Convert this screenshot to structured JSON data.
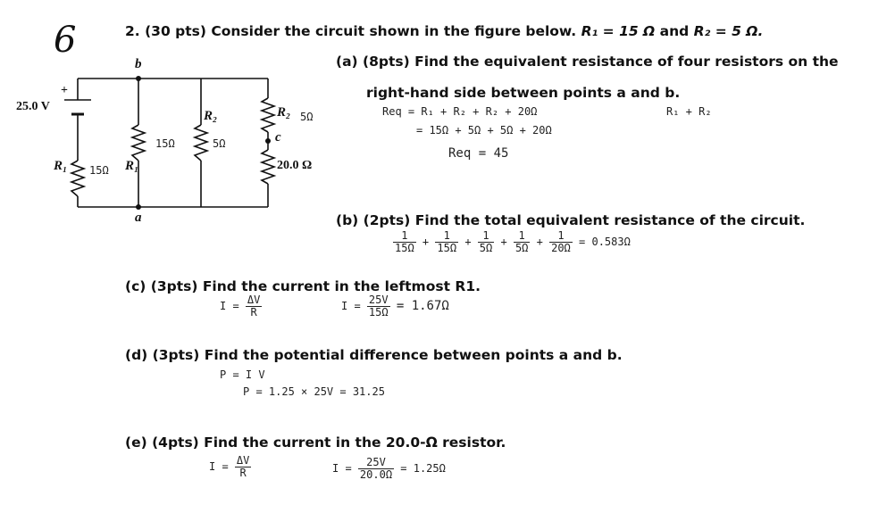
{
  "score": "6",
  "problem": {
    "number": "2.",
    "intro": "(30 pts) Consider the circuit shown in the figure below.",
    "r1_given": "R₁ = 15 Ω",
    "and": "and",
    "r2_given": "R₂ = 5 Ω."
  },
  "circuit": {
    "node_b": "b",
    "node_a": "a",
    "node_c": "c",
    "battery_plus": "+",
    "battery_label": "25.0 V",
    "r1_left": "R₁",
    "r1_left_hand": "15Ω",
    "r1_mid": "R₁",
    "r1_mid_hand": "15Ω",
    "r2_mid": "R₂",
    "r2_mid_hand": "5Ω",
    "r2_right": "R₂",
    "r2_right_hand": "5Ω",
    "r20": "20.0 Ω"
  },
  "part_a": {
    "text_line1": "(a) (8pts) Find the equivalent resistance of four resistors on the",
    "text_line2": "right-hand side between points a and b.",
    "work_line1": "Req = R₁ + R₂ + R₂ + 20Ω",
    "work_line2": "= 15Ω + 5Ω + 5Ω + 20Ω",
    "work_line3": "Req = 45",
    "margin_note": "R₁ + R₂"
  },
  "part_b": {
    "text": "(b) (2pts) Find the total equivalent resistance of the circuit.",
    "work_terms": [
      "15Ω",
      "15Ω",
      "5Ω",
      "5Ω",
      "20Ω"
    ],
    "work_numerator": "1",
    "work_plus": "+",
    "work_result": "= 0.583Ω"
  },
  "part_c": {
    "text": "(c) (3pts) Find the current in the leftmost R1.",
    "formula_lhs": "I =",
    "formula_num": "ΔV",
    "formula_den": "R",
    "calc_lhs": "I =",
    "calc_num": "25V",
    "calc_den": "15Ω",
    "calc_result": "= 1.67Ω"
  },
  "part_d": {
    "text": "(d) (3pts) Find the potential difference between points a and b.",
    "work_line1": "P = I V",
    "work_line2": "P = 1.25 × 25V   = 31.25"
  },
  "part_e": {
    "text": "(e) (4pts) Find the current in the 20.0-Ω resistor.",
    "formula_lhs": "I =",
    "formula_num": "ΔV",
    "formula_den": "R",
    "calc_lhs": "I =",
    "calc_num": "25V",
    "calc_den": "20.0Ω",
    "calc_result": "= 1.25Ω"
  }
}
